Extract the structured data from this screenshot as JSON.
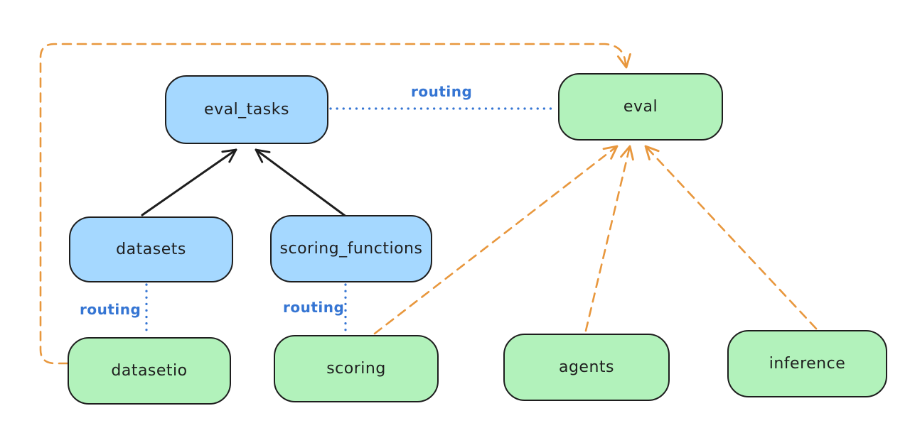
{
  "diagram": {
    "nodes": [
      {
        "id": "eval_tasks",
        "label": "eval_tasks",
        "fill": "blue"
      },
      {
        "id": "eval",
        "label": "eval",
        "fill": "green"
      },
      {
        "id": "datasets",
        "label": "datasets",
        "fill": "blue"
      },
      {
        "id": "scoring_functions",
        "label": "scoring_functions",
        "fill": "blue"
      },
      {
        "id": "datasetio",
        "label": "datasetio",
        "fill": "green"
      },
      {
        "id": "scoring",
        "label": "scoring",
        "fill": "green"
      },
      {
        "id": "agents",
        "label": "agents",
        "fill": "green"
      },
      {
        "id": "inference",
        "label": "inference",
        "fill": "green"
      }
    ],
    "edge_labels": [
      {
        "id": "routing-eval-tasks-to-eval",
        "label": "routing"
      },
      {
        "id": "routing-datasets-to-datasetio",
        "label": "routing"
      },
      {
        "id": "routing-scoring-fns-to-scoring",
        "label": "routing"
      }
    ],
    "edges": [
      {
        "from": "datasets",
        "to": "eval_tasks",
        "style": "solid",
        "color": "black"
      },
      {
        "from": "scoring_functions",
        "to": "eval_tasks",
        "style": "solid",
        "color": "black"
      },
      {
        "from": "eval_tasks",
        "to": "eval",
        "style": "dotted",
        "color": "blue",
        "label": "routing"
      },
      {
        "from": "datasets",
        "to": "datasetio",
        "style": "dotted",
        "color": "blue",
        "label": "routing"
      },
      {
        "from": "scoring_functions",
        "to": "scoring",
        "style": "dotted",
        "color": "blue",
        "label": "routing"
      },
      {
        "from": "scoring",
        "to": "eval",
        "style": "dashed",
        "color": "orange"
      },
      {
        "from": "agents",
        "to": "eval",
        "style": "dashed",
        "color": "orange"
      },
      {
        "from": "inference",
        "to": "eval",
        "style": "dashed",
        "color": "orange"
      },
      {
        "from": "datasetio",
        "to": "eval",
        "style": "dashed",
        "color": "orange"
      }
    ],
    "colors": {
      "background": "#ffffff",
      "stroke": "#1e1e1e",
      "node_blue_fill": "#a5d8ff",
      "node_green_fill": "#b2f2bb",
      "routing_blue": "#3575d3",
      "provider_orange": "#e8973d"
    }
  }
}
